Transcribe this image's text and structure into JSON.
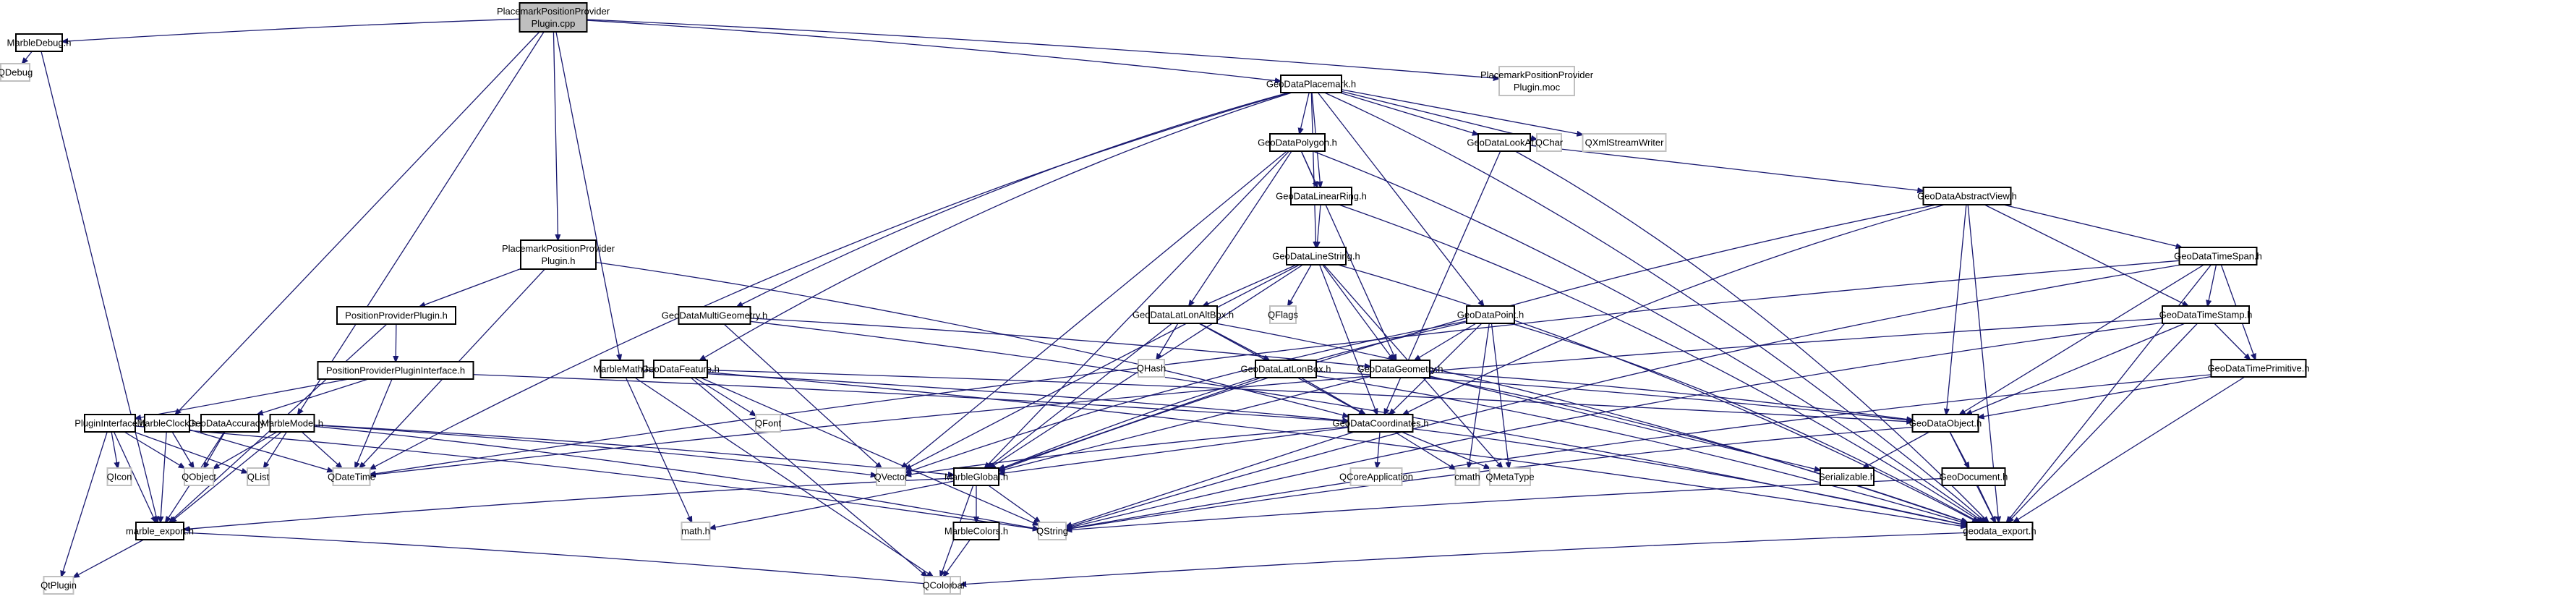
{
  "title": "PlacemarkPositionProviderPlugin.cpp include dependency graph",
  "colors": {
    "edge": "#191970",
    "root_fill": "#bfbfbf",
    "internal_border": "#000000",
    "external_border": "#c0c0c0"
  },
  "nodes": [
    {
      "id": "root",
      "label": [
        "PlacemarkPositionProvider",
        "Plugin.cpp"
      ],
      "kind": "root"
    },
    {
      "id": "MarbleDebug",
      "label": [
        "MarbleDebug.h"
      ],
      "kind": "internal"
    },
    {
      "id": "QDebug",
      "label": [
        "QDebug"
      ],
      "kind": "external"
    },
    {
      "id": "moc",
      "label": [
        "PlacemarkPositionProvider",
        "Plugin.moc"
      ],
      "kind": "external"
    },
    {
      "id": "GeoDataPlacemark",
      "label": [
        "GeoDataPlacemark.h"
      ],
      "kind": "internal"
    },
    {
      "id": "GeoDataPolygon",
      "label": [
        "GeoDataPolygon.h"
      ],
      "kind": "internal"
    },
    {
      "id": "GeoDataLookAt",
      "label": [
        "GeoDataLookAt.h"
      ],
      "kind": "internal"
    },
    {
      "id": "QChar",
      "label": [
        "QChar"
      ],
      "kind": "external"
    },
    {
      "id": "QXmlStreamWriter",
      "label": [
        "QXmlStreamWriter"
      ],
      "kind": "external"
    },
    {
      "id": "GeoDataLinearRing",
      "label": [
        "GeoDataLinearRing.h"
      ],
      "kind": "internal"
    },
    {
      "id": "GeoDataAbstractView",
      "label": [
        "GeoDataAbstractView.h"
      ],
      "kind": "internal"
    },
    {
      "id": "PPPh",
      "label": [
        "PlacemarkPositionProvider",
        "Plugin.h"
      ],
      "kind": "internal"
    },
    {
      "id": "GeoDataLineString",
      "label": [
        "GeoDataLineString.h"
      ],
      "kind": "internal"
    },
    {
      "id": "GeoDataTimeSpan",
      "label": [
        "GeoDataTimeSpan.h"
      ],
      "kind": "internal"
    },
    {
      "id": "PositionProviderPlugin",
      "label": [
        "PositionProviderPlugin.h"
      ],
      "kind": "internal"
    },
    {
      "id": "GeoDataMultiGeometry",
      "label": [
        "GeoDataMultiGeometry.h"
      ],
      "kind": "internal"
    },
    {
      "id": "GeoDataLatLonAltBox",
      "label": [
        "GeoDataLatLonAltBox.h"
      ],
      "kind": "internal"
    },
    {
      "id": "QFlags",
      "label": [
        "QFlags"
      ],
      "kind": "external"
    },
    {
      "id": "GeoDataPoint",
      "label": [
        "GeoDataPoint.h"
      ],
      "kind": "internal"
    },
    {
      "id": "GeoDataTimeStamp",
      "label": [
        "GeoDataTimeStamp.h"
      ],
      "kind": "internal"
    },
    {
      "id": "PPPInterface",
      "label": [
        "PositionProviderPluginInterface.h"
      ],
      "kind": "internal"
    },
    {
      "id": "MarbleMath",
      "label": [
        "MarbleMath.h"
      ],
      "kind": "internal"
    },
    {
      "id": "GeoDataFeature",
      "label": [
        "GeoDataFeature.h"
      ],
      "kind": "internal"
    },
    {
      "id": "QHash",
      "label": [
        "QHash"
      ],
      "kind": "external"
    },
    {
      "id": "GeoDataLatLonBox",
      "label": [
        "GeoDataLatLonBox.h"
      ],
      "kind": "internal"
    },
    {
      "id": "GeoDataGeometry",
      "label": [
        "GeoDataGeometry.h"
      ],
      "kind": "internal"
    },
    {
      "id": "GeoDataTimePrimitive",
      "label": [
        "GeoDataTimePrimitive.h"
      ],
      "kind": "internal"
    },
    {
      "id": "PluginInterface",
      "label": [
        "PluginInterface.h"
      ],
      "kind": "internal"
    },
    {
      "id": "MarbleClock",
      "label": [
        "MarbleClock.h"
      ],
      "kind": "internal"
    },
    {
      "id": "GeoDataAccuracy",
      "label": [
        "GeoDataAccuracy.h"
      ],
      "kind": "internal"
    },
    {
      "id": "MarbleModel",
      "label": [
        "MarbleModel.h"
      ],
      "kind": "internal"
    },
    {
      "id": "QFont",
      "label": [
        "QFont"
      ],
      "kind": "external"
    },
    {
      "id": "GeoDataCoordinates",
      "label": [
        "GeoDataCoordinates.h"
      ],
      "kind": "internal"
    },
    {
      "id": "GeoDataObject",
      "label": [
        "GeoDataObject.h"
      ],
      "kind": "internal"
    },
    {
      "id": "QIcon",
      "label": [
        "QIcon"
      ],
      "kind": "external"
    },
    {
      "id": "QObject",
      "label": [
        "QObject"
      ],
      "kind": "external"
    },
    {
      "id": "QList",
      "label": [
        "QList"
      ],
      "kind": "external"
    },
    {
      "id": "QDateTime",
      "label": [
        "QDateTime"
      ],
      "kind": "external"
    },
    {
      "id": "QVector",
      "label": [
        "QVector"
      ],
      "kind": "external"
    },
    {
      "id": "MarbleGlobal",
      "label": [
        "MarbleGlobal.h"
      ],
      "kind": "internal"
    },
    {
      "id": "QCoreApplication",
      "label": [
        "QCoreApplication"
      ],
      "kind": "external"
    },
    {
      "id": "cmath",
      "label": [
        "cmath"
      ],
      "kind": "external"
    },
    {
      "id": "QMetaType",
      "label": [
        "QMetaType"
      ],
      "kind": "external"
    },
    {
      "id": "Serializable",
      "label": [
        "Serializable.h"
      ],
      "kind": "internal"
    },
    {
      "id": "GeoDocument",
      "label": [
        "GeoDocument.h"
      ],
      "kind": "internal"
    },
    {
      "id": "marble_export",
      "label": [
        "marble_export.h"
      ],
      "kind": "internal"
    },
    {
      "id": "math",
      "label": [
        "math.h"
      ],
      "kind": "external"
    },
    {
      "id": "MarbleColors",
      "label": [
        "MarbleColors.h"
      ],
      "kind": "internal"
    },
    {
      "id": "QString",
      "label": [
        "QString"
      ],
      "kind": "external"
    },
    {
      "id": "geodata_export",
      "label": [
        "geodata_export.h"
      ],
      "kind": "internal"
    },
    {
      "id": "QtPlugin",
      "label": [
        "QtPlugin"
      ],
      "kind": "external"
    },
    {
      "id": "QGlobal",
      "label": [
        "QtGlobal"
      ],
      "kind": "external"
    },
    {
      "id": "QColor",
      "label": [
        "QColor"
      ],
      "kind": "external"
    }
  ],
  "edges": [
    [
      "root",
      "MarbleDebug"
    ],
    [
      "root",
      "moc"
    ],
    [
      "root",
      "GeoDataPlacemark"
    ],
    [
      "root",
      "PPPh"
    ],
    [
      "root",
      "MarbleMath"
    ],
    [
      "root",
      "MarbleModel"
    ],
    [
      "root",
      "MarbleClock"
    ],
    [
      "MarbleDebug",
      "QDebug"
    ],
    [
      "MarbleDebug",
      "marble_export"
    ],
    [
      "GeoDataPlacemark",
      "GeoDataPolygon"
    ],
    [
      "GeoDataPlacemark",
      "GeoDataLookAt"
    ],
    [
      "GeoDataPlacemark",
      "QChar"
    ],
    [
      "GeoDataPlacemark",
      "QXmlStreamWriter"
    ],
    [
      "GeoDataPlacemark",
      "GeoDataLinearRing"
    ],
    [
      "GeoDataPlacemark",
      "GeoDataLineString"
    ],
    [
      "GeoDataPlacemark",
      "GeoDataMultiGeometry"
    ],
    [
      "GeoDataPlacemark",
      "GeoDataPoint"
    ],
    [
      "GeoDataPlacemark",
      "GeoDataFeature"
    ],
    [
      "GeoDataPlacemark",
      "QDateTime"
    ],
    [
      "GeoDataPlacemark",
      "geodata_export"
    ],
    [
      "GeoDataPolygon",
      "GeoDataLinearRing"
    ],
    [
      "GeoDataPolygon",
      "GeoDataLatLonAltBox"
    ],
    [
      "GeoDataPolygon",
      "GeoDataGeometry"
    ],
    [
      "GeoDataPolygon",
      "QVector"
    ],
    [
      "GeoDataPolygon",
      "MarbleGlobal"
    ],
    [
      "GeoDataPolygon",
      "geodata_export"
    ],
    [
      "GeoDataLookAt",
      "GeoDataAbstractView"
    ],
    [
      "GeoDataLookAt",
      "GeoDataCoordinates"
    ],
    [
      "GeoDataLookAt",
      "geodata_export"
    ],
    [
      "GeoDataLinearRing",
      "GeoDataLineString"
    ],
    [
      "GeoDataLinearRing",
      "geodata_export"
    ],
    [
      "GeoDataAbstractView",
      "GeoDataTimeSpan"
    ],
    [
      "GeoDataAbstractView",
      "GeoDataTimeStamp"
    ],
    [
      "GeoDataAbstractView",
      "GeoDataObject"
    ],
    [
      "GeoDataAbstractView",
      "GeoDataCoordinates"
    ],
    [
      "GeoDataAbstractView",
      "MarbleGlobal"
    ],
    [
      "GeoDataAbstractView",
      "geodata_export"
    ],
    [
      "PPPh",
      "PositionProviderPlugin"
    ],
    [
      "PPPh",
      "GeoDataCoordinates"
    ],
    [
      "PPPh",
      "QDateTime"
    ],
    [
      "GeoDataLineString",
      "GeoDataLatLonAltBox"
    ],
    [
      "GeoDataLineString",
      "QFlags"
    ],
    [
      "GeoDataLineString",
      "GeoDataGeometry"
    ],
    [
      "GeoDataLineString",
      "GeoDataCoordinates"
    ],
    [
      "GeoDataLineString",
      "QVector"
    ],
    [
      "GeoDataLineString",
      "MarbleGlobal"
    ],
    [
      "GeoDataLineString",
      "QMetaType"
    ],
    [
      "GeoDataLineString",
      "geodata_export"
    ],
    [
      "GeoDataTimeSpan",
      "GeoDataTimeStamp"
    ],
    [
      "GeoDataTimeSpan",
      "GeoDataTimePrimitive"
    ],
    [
      "GeoDataTimeSpan",
      "GeoDataObject"
    ],
    [
      "GeoDataTimeSpan",
      "QDateTime"
    ],
    [
      "GeoDataTimeSpan",
      "QString"
    ],
    [
      "GeoDataTimeSpan",
      "geodata_export"
    ],
    [
      "PositionProviderPlugin",
      "PPPInterface"
    ],
    [
      "PositionProviderPlugin",
      "marble_export"
    ],
    [
      "GeoDataMultiGeometry",
      "GeoDataGeometry"
    ],
    [
      "GeoDataMultiGeometry",
      "QVector"
    ],
    [
      "GeoDataMultiGeometry",
      "geodata_export"
    ],
    [
      "GeoDataLatLonAltBox",
      "QHash"
    ],
    [
      "GeoDataLatLonAltBox",
      "GeoDataLatLonBox"
    ],
    [
      "GeoDataLatLonAltBox",
      "GeoDataCoordinates"
    ],
    [
      "GeoDataLatLonAltBox",
      "MarbleGlobal"
    ],
    [
      "GeoDataLatLonAltBox",
      "geodata_export"
    ],
    [
      "GeoDataPoint",
      "GeoDataGeometry"
    ],
    [
      "GeoDataPoint",
      "GeoDataCoordinates"
    ],
    [
      "GeoDataPoint",
      "cmath"
    ],
    [
      "GeoDataPoint",
      "QMetaType"
    ],
    [
      "GeoDataPoint",
      "MarbleGlobal"
    ],
    [
      "GeoDataPoint",
      "QVector"
    ],
    [
      "GeoDataPoint",
      "geodata_export"
    ],
    [
      "GeoDataTimeStamp",
      "GeoDataTimePrimitive"
    ],
    [
      "GeoDataTimeStamp",
      "GeoDataObject"
    ],
    [
      "GeoDataTimeStamp",
      "QDateTime"
    ],
    [
      "GeoDataTimeStamp",
      "QString"
    ],
    [
      "GeoDataTimeStamp",
      "geodata_export"
    ],
    [
      "PPPInterface",
      "PluginInterface"
    ],
    [
      "PPPInterface",
      "GeoDataAccuracy"
    ],
    [
      "PPPInterface",
      "GeoDataCoordinates"
    ],
    [
      "PPPInterface",
      "QDateTime"
    ],
    [
      "MarbleMath",
      "GeoDataCoordinates"
    ],
    [
      "MarbleMath",
      "math"
    ],
    [
      "MarbleMath",
      "QGlobal"
    ],
    [
      "GeoDataFeature",
      "QFont"
    ],
    [
      "GeoDataFeature",
      "GeoDataObject"
    ],
    [
      "GeoDataFeature",
      "QColor"
    ],
    [
      "GeoDataFeature",
      "QString"
    ],
    [
      "GeoDataFeature",
      "geodata_export"
    ],
    [
      "GeoDataLatLonBox",
      "GeoDataObject"
    ],
    [
      "GeoDataLatLonBox",
      "GeoDataCoordinates"
    ],
    [
      "GeoDataLatLonBox",
      "MarbleGlobal"
    ],
    [
      "GeoDataLatLonBox",
      "geodata_export"
    ],
    [
      "GeoDataGeometry",
      "GeoDataObject"
    ],
    [
      "GeoDataGeometry",
      "Serializable"
    ],
    [
      "GeoDataGeometry",
      "MarbleGlobal"
    ],
    [
      "GeoDataGeometry",
      "geodata_export"
    ],
    [
      "GeoDataTimePrimitive",
      "GeoDataObject"
    ],
    [
      "GeoDataTimePrimitive",
      "QString"
    ],
    [
      "GeoDataTimePrimitive",
      "geodata_export"
    ],
    [
      "PluginInterface",
      "QIcon"
    ],
    [
      "PluginInterface",
      "QObject"
    ],
    [
      "PluginInterface",
      "QList"
    ],
    [
      "PluginInterface",
      "QtPlugin"
    ],
    [
      "PluginInterface",
      "marble_export"
    ],
    [
      "PluginInterface",
      "QString"
    ],
    [
      "MarbleClock",
      "QObject"
    ],
    [
      "MarbleClock",
      "QDateTime"
    ],
    [
      "MarbleClock",
      "marble_export"
    ],
    [
      "GeoDataAccuracy",
      "QObject"
    ],
    [
      "GeoDataAccuracy",
      "marble_export"
    ],
    [
      "MarbleModel",
      "QObject"
    ],
    [
      "MarbleModel",
      "QList"
    ],
    [
      "MarbleModel",
      "QDateTime"
    ],
    [
      "MarbleModel",
      "marble_export"
    ],
    [
      "MarbleModel",
      "MarbleGlobal"
    ],
    [
      "MarbleModel",
      "QString"
    ],
    [
      "MarbleModel",
      "QVector"
    ],
    [
      "GeoDataCoordinates",
      "QCoreApplication"
    ],
    [
      "GeoDataCoordinates",
      "cmath"
    ],
    [
      "GeoDataCoordinates",
      "QMetaType"
    ],
    [
      "GeoDataCoordinates",
      "QVector"
    ],
    [
      "GeoDataCoordinates",
      "MarbleGlobal"
    ],
    [
      "GeoDataCoordinates",
      "QString"
    ],
    [
      "GeoDataCoordinates",
      "geodata_export"
    ],
    [
      "GeoDataObject",
      "Serializable"
    ],
    [
      "GeoDataObject",
      "GeoDocument"
    ],
    [
      "GeoDataObject",
      "geodata_export"
    ],
    [
      "GeoDataObject",
      "QString"
    ],
    [
      "GeoDocument",
      "geodata_export"
    ],
    [
      "GeoDocument",
      "QString"
    ],
    [
      "MarbleGlobal",
      "MarbleColors"
    ],
    [
      "MarbleGlobal",
      "QString"
    ],
    [
      "MarbleGlobal",
      "QColor"
    ],
    [
      "MarbleGlobal",
      "math"
    ],
    [
      "MarbleGlobal",
      "marble_export"
    ],
    [
      "MarbleColors",
      "QColor"
    ],
    [
      "marble_export",
      "QtPlugin"
    ],
    [
      "marble_export",
      "QGlobal"
    ],
    [
      "geodata_export",
      "QGlobal"
    ]
  ]
}
